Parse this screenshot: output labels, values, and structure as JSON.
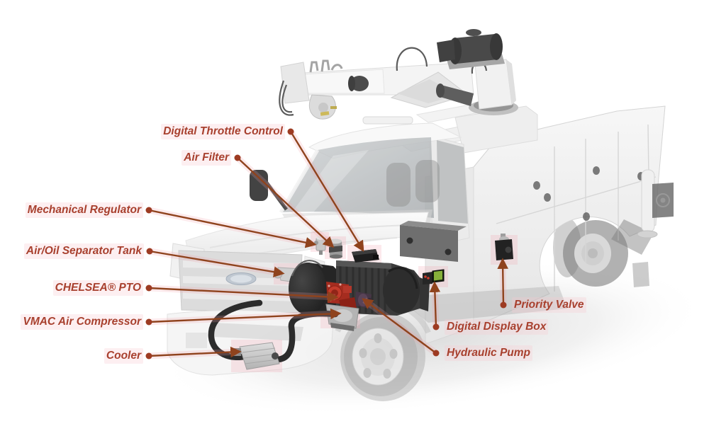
{
  "diagram": {
    "type": "labeled-component-diagram",
    "subject": "VMAC underhood air compressor system on a crane-equipped service truck",
    "colors": {
      "label_text": "#a8402e",
      "arrow_line": "#8f431d",
      "arrow_dot": "#9d3b22",
      "highlight_pink": "#f4aab6",
      "component_dark": "#2c2c2c",
      "pto_red": "#a52c1f",
      "display_green": "#86b03a",
      "truck_ghost": "#ececec",
      "background": "#ffffff"
    }
  },
  "labels": [
    {
      "id": "digital-throttle-control",
      "text": "Digital Throttle Control",
      "side": "left"
    },
    {
      "id": "air-filter",
      "text": "Air Filter",
      "side": "left"
    },
    {
      "id": "mechanical-regulator",
      "text": "Mechanical Regulator",
      "side": "left"
    },
    {
      "id": "air-oil-separator-tank",
      "text": "Air/Oil Separator Tank",
      "side": "left"
    },
    {
      "id": "chelsea-pto",
      "text": "CHELSEA® PTO",
      "side": "left"
    },
    {
      "id": "vmac-air-compressor",
      "text": "VMAC Air Compressor",
      "side": "left"
    },
    {
      "id": "cooler",
      "text": "Cooler",
      "side": "left"
    },
    {
      "id": "priority-valve",
      "text": "Priority Valve",
      "side": "right"
    },
    {
      "id": "digital-display-box",
      "text": "Digital Display Box",
      "side": "right"
    },
    {
      "id": "hydraulic-pump",
      "text": "Hydraulic Pump",
      "side": "right"
    }
  ]
}
